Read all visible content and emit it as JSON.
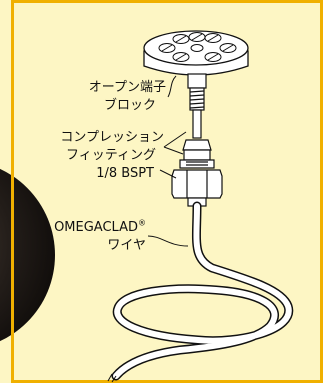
{
  "labels": {
    "terminal_block_line1": "オープン端子",
    "terminal_block_line2": "ブロック",
    "fitting_line1": "コンプレッション",
    "fitting_line2": "フィッティング",
    "fitting_line3": "1/8 BSPT",
    "wire_brand": "OMEGACLAD",
    "wire_brand_mark": "®",
    "wire_line2": "ワイヤ"
  },
  "colors": {
    "panel_background": "#fdf6c4",
    "border": "#f0b000",
    "line_art": "#111111",
    "photo_disc": "#1b1714"
  }
}
